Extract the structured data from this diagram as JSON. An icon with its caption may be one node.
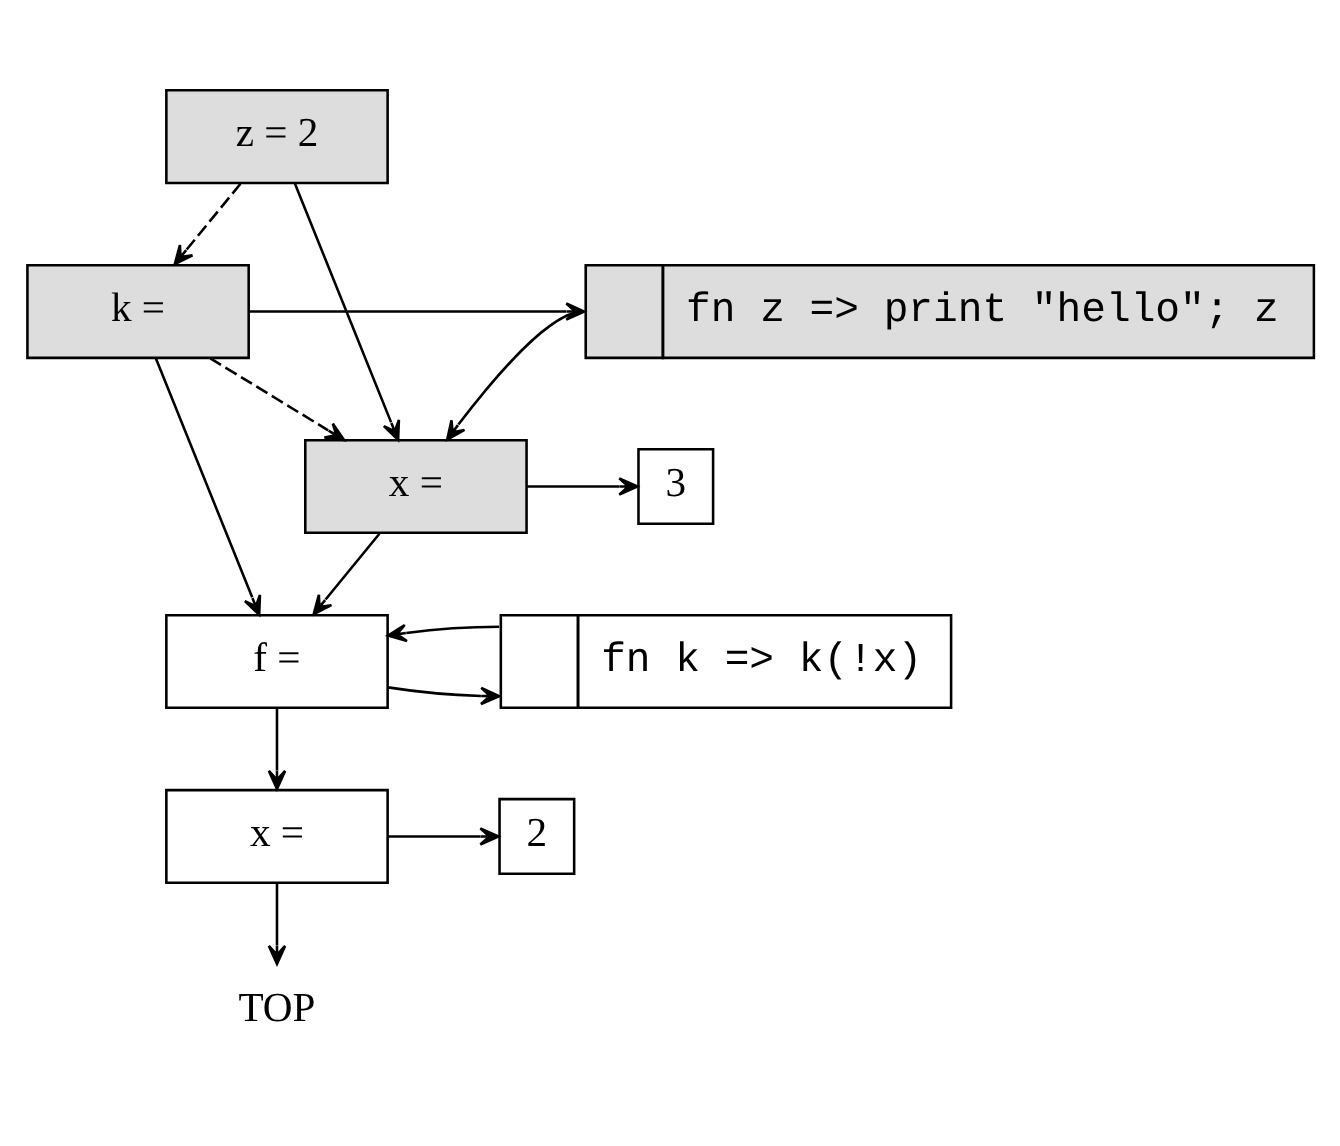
{
  "diagram": {
    "nodes": [
      {
        "text": [
          "z = 2"
        ]
      },
      {
        "text": [
          "k ="
        ]
      },
      {
        "text": [
          "fn z => print \"hello\"; z"
        ]
      },
      {
        "text": [
          "x ="
        ]
      },
      {
        "text": [
          "3"
        ]
      },
      {
        "text": [
          "f ="
        ]
      },
      {
        "text": [
          "fn k => k(!x)"
        ]
      },
      {
        "text": [
          "x ="
        ]
      },
      {
        "text": [
          "2"
        ]
      },
      {
        "text": [
          "TOP"
        ]
      }
    ],
    "edges": [
      {
        "from": 0,
        "to": 1,
        "arrow": "to",
        "style": "dashed"
      },
      {
        "from": 0,
        "to": 3,
        "arrow": "to"
      },
      {
        "from": 1,
        "to": 2,
        "arrow": "to"
      },
      {
        "from": 1,
        "to": 3,
        "arrow": "to",
        "style": "dashed"
      },
      {
        "from": 1,
        "to": 5,
        "arrow": "to"
      },
      {
        "from": 2,
        "to": 3,
        "arrow": "to"
      },
      {
        "from": 3,
        "to": 4,
        "arrow": "to"
      },
      {
        "from": 3,
        "to": 5,
        "arrow": "to"
      },
      {
        "from": 5,
        "to": 6,
        "arrow": "to"
      },
      {
        "from": 6,
        "to": 5,
        "arrow": "to"
      },
      {
        "from": 5,
        "to": 7,
        "arrow": "to"
      },
      {
        "from": 7,
        "to": 8,
        "arrow": "to"
      },
      {
        "from": 7,
        "to": 9,
        "arrow": "to"
      }
    ]
  }
}
